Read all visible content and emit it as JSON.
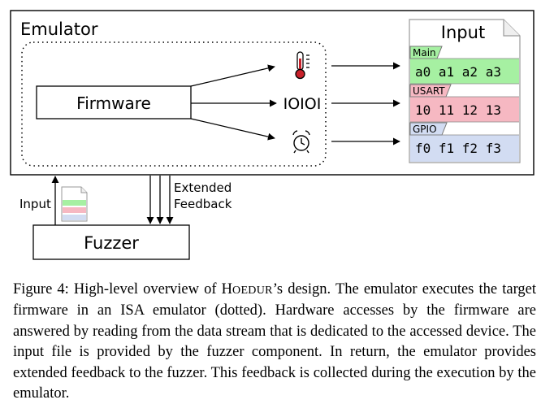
{
  "emulator": {
    "label": "Emulator"
  },
  "firmware": {
    "label": "Firmware"
  },
  "peripherals": {
    "sensor_icon": "thermometer-icon",
    "serial_glyph": "IOIOI",
    "timer_icon": "alarm-clock-icon"
  },
  "input_file": {
    "label": "Input",
    "streams": [
      {
        "name": "Main",
        "values": "a0 a1 a2 a3",
        "color": "#a6f0a2"
      },
      {
        "name": "USART",
        "values": "10 11 12 13",
        "color": "#f6b8c2"
      },
      {
        "name": "GPIO",
        "values": "f0 f1 f2 f3",
        "color": "#d2dcf2"
      }
    ]
  },
  "fuzzer": {
    "label": "Fuzzer",
    "input_label": "Input",
    "feedback_label_line1": "Extended",
    "feedback_label_line2": "Feedback"
  },
  "caption": {
    "prefix": "Figure 4: High-level overview of ",
    "name_initial": "H",
    "name_rest": "OEDUR",
    "suffix": "’s design. The emulator executes the target firmware in an ISA emulator (dotted). Hardware accesses by the firmware are answered by reading from the data stream that is dedicated to the accessed device. The input file is provided by the fuzzer component. In return, the emulator provides extended feedback to the fuzzer. This feedback is collected during the execution by the emulator."
  }
}
